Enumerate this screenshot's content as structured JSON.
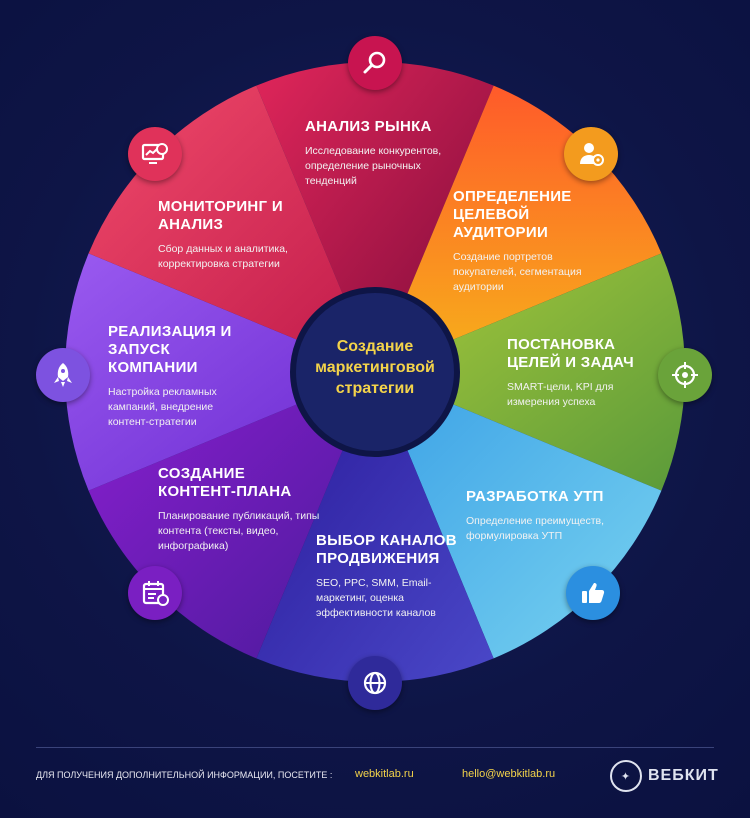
{
  "center": {
    "title": "Создание маркетинговой стратегии"
  },
  "segments": [
    {
      "title": "АНАЛИЗ РЫНКА",
      "desc": "Исследование конкурентов, определение рыночных тенденций",
      "icon": "search-icon"
    },
    {
      "title": "ОПРЕДЕЛЕНИЕ ЦЕЛЕВОЙ АУДИТОРИИ",
      "desc": "Создание портретов покупателей, сегментация аудитории",
      "icon": "user-target-icon"
    },
    {
      "title": "ПОСТАНОВКА ЦЕЛЕЙ И ЗАДАЧ",
      "desc": "SMART-цели, KPI для измерения успеха",
      "icon": "crosshair-icon"
    },
    {
      "title": "РАЗРАБОТКА УТП",
      "desc": "Определение преимуществ, формулировка УТП",
      "icon": "thumbs-up-icon"
    },
    {
      "title": "ВЫБОР КАНАЛОВ ПРОДВИЖЕНИЯ",
      "desc": "SEO, PPC, SMM, Email-маркетинг, оценка эффективности каналов",
      "icon": "globe-icon"
    },
    {
      "title": "СОЗДАНИЕ КОНТЕНТ-ПЛАНА",
      "desc": "Планирование публикаций, типы контента (тексты, видео, инфографика)",
      "icon": "calendar-icon"
    },
    {
      "title": "РЕАЛИЗАЦИЯ И ЗАПУСК КОМПАНИИ",
      "desc": "Настройка рекламных кампаний, внедрение контент-стратегии",
      "icon": "rocket-icon"
    },
    {
      "title": "МОНИТОРИНГ И АНАЛИЗ",
      "desc": "Сбор данных и аналитика, корректировка стратегии",
      "icon": "monitor-chart-icon"
    }
  ],
  "colors": {
    "background": "#0e1546",
    "center_circle": "#1a2468",
    "center_text": "#f3d34a",
    "segments": [
      "#b0124a",
      "#f28a1a",
      "#79b53a",
      "#3aa6e8",
      "#3b2fa8",
      "#7a1fc2",
      "#8a4fe0",
      "#d8264f"
    ]
  },
  "footer": {
    "note": "ДЛЯ ПОЛУЧЕНИЯ ДОПОЛНИТЕЛЬНОЙ ИНФОРМАЦИИ, ПОСЕТИТЕ :",
    "site": "webkitlab.ru",
    "email": "hello@webkitlab.ru",
    "brand": "ВЕБКИТ"
  }
}
